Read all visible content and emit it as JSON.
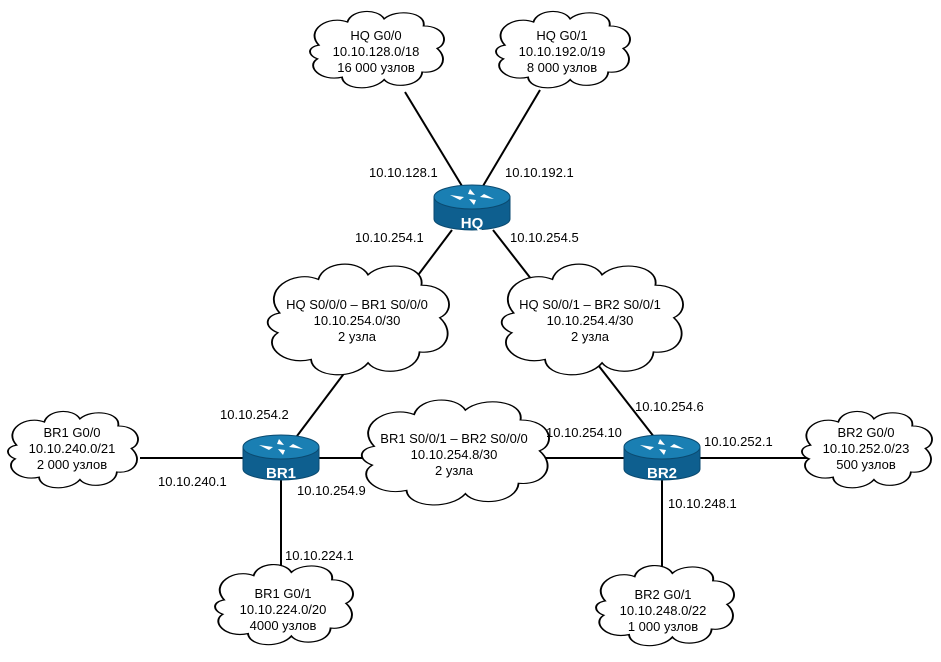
{
  "colors": {
    "router_top": "#1a7fb3",
    "router_body": "#0e5f8f",
    "router_edge": "#0a4a70",
    "line": "#000000"
  },
  "routers": {
    "hq": {
      "label": "HQ",
      "icon": "router-icon"
    },
    "br1": {
      "label": "BR1",
      "icon": "router-icon"
    },
    "br2": {
      "label": "BR2",
      "icon": "router-icon"
    }
  },
  "networks": {
    "hq_g00": {
      "name": "HQ G0/0",
      "subnet": "10.10.128.0/18",
      "hosts": "16 000 узлов"
    },
    "hq_g01": {
      "name": "HQ G0/1",
      "subnet": "10.10.192.0/19",
      "hosts": "8 000 узлов"
    },
    "hq_br1": {
      "name": "HQ S0/0/0 – BR1 S0/0/0",
      "subnet": "10.10.254.0/30",
      "hosts": "2 узла"
    },
    "hq_br2": {
      "name": "HQ S0/0/1 – BR2 S0/0/1",
      "subnet": "10.10.254.4/30",
      "hosts": "2 узла"
    },
    "br1_br2": {
      "name": "BR1 S0/0/1 – BR2 S0/0/0",
      "subnet": "10.10.254.8/30",
      "hosts": "2 узла"
    },
    "br1_g00": {
      "name": "BR1 G0/0",
      "subnet": "10.10.240.0/21",
      "hosts": "2 000 узлов"
    },
    "br1_g01": {
      "name": "BR1 G0/1",
      "subnet": "10.10.224.0/20",
      "hosts": "4000 узлов"
    },
    "br2_g00": {
      "name": "BR2 G0/0",
      "subnet": "10.10.252.0/23",
      "hosts": "500 узлов"
    },
    "br2_g01": {
      "name": "BR2 G0/1",
      "subnet": "10.10.248.0/22",
      "hosts": "1 000 узлов"
    }
  },
  "interfaces": {
    "hq_g00": "10.10.128.1",
    "hq_g01": "10.10.192.1",
    "hq_s000": "10.10.254.1",
    "hq_s001": "10.10.254.5",
    "br1_s000": "10.10.254.2",
    "br1_s001": "10.10.254.9",
    "br1_g00": "10.10.240.1",
    "br1_g01": "10.10.224.1",
    "br2_s001": "10.10.254.6",
    "br2_s000": "10.10.254.10",
    "br2_g00": "10.10.252.1",
    "br2_g01": "10.10.248.1"
  }
}
